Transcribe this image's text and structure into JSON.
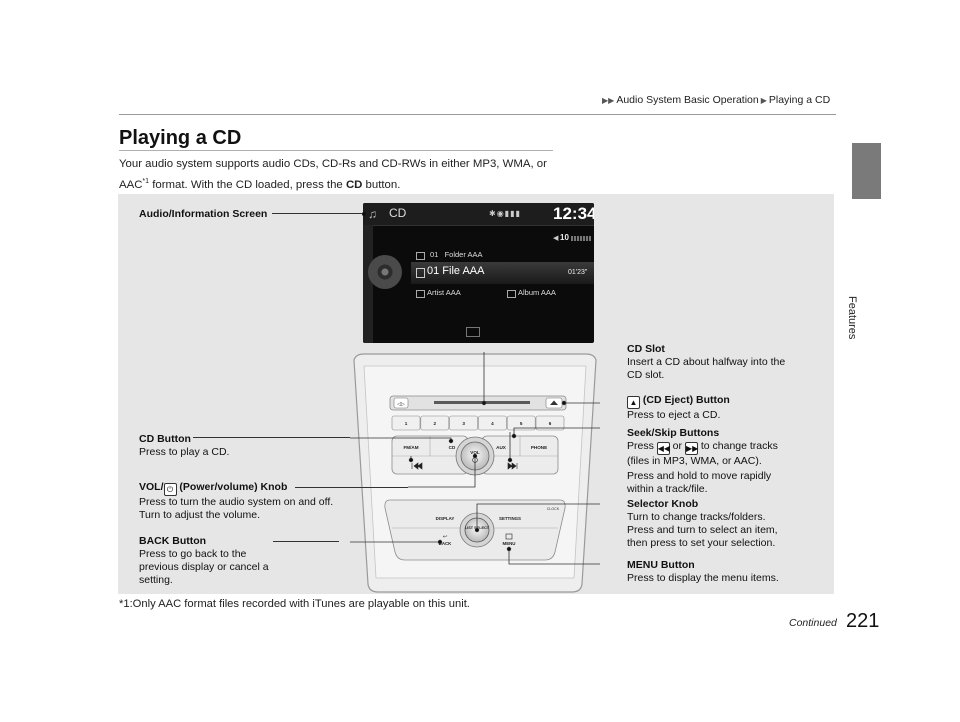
{
  "breadcrumb": {
    "part1": "Audio System Basic Operation",
    "part2": "Playing a CD"
  },
  "side_tab": {
    "label": "Features"
  },
  "page": {
    "title": "Playing a CD",
    "number": "221",
    "continued": "Continued"
  },
  "intro": {
    "part1": "Your audio system supports audio CDs, CD-Rs and CD-RWs in either MP3, WMA, or AAC",
    "sup": "*1",
    "part2": " format. With the CD loaded, press the ",
    "cd_word": "CD",
    "part3": " button."
  },
  "footnote": "*1:Only AAC format files recorded with iTunes are playable on this unit.",
  "screen": {
    "source": "CD",
    "clock": "12:34",
    "volume": "10",
    "folder": "01   Folder AAA",
    "file": "01 File AAA",
    "elapsed": "01'23\"",
    "artist": "Artist AAA",
    "album": "Album AAA"
  },
  "panel": {
    "presets": [
      "1",
      "2",
      "3",
      "4",
      "5",
      "6"
    ],
    "fmam": "FM/AM",
    "cd": "CD",
    "aux": "AUX",
    "phone": "PHONE",
    "vol": "VOL",
    "display": "DISPLAY",
    "settings": "SETTINGS",
    "list_select": "LIST SELECT",
    "back": "BACK",
    "menu": "MENU",
    "clock_label": "CLOCK"
  },
  "labels": {
    "audio_screen": "Audio/Information Screen",
    "cd_slot_title": "CD Slot",
    "cd_slot_l1": "Insert a CD about halfway into the",
    "cd_slot_l2": "CD slot.",
    "eject_title": "(CD Eject) Button",
    "eject_desc": "Press to eject a CD.",
    "cd_button_title": "CD Button",
    "cd_button_desc": "Press to play a CD.",
    "seek_title": "Seek/Skip Buttons",
    "seek_l1_a": "Press ",
    "seek_l1_or": " or ",
    "seek_l1_b": " to change tracks",
    "seek_l2": "(files in MP3, WMA, or AAC).",
    "seek_l3": "Press and hold to move rapidly",
    "seek_l4": "within a track/file.",
    "vol_title_a": "VOL/",
    "vol_title_b": " (Power/volume) Knob",
    "vol_l1": "Press to turn the audio system on and off.",
    "vol_l2": "Turn to adjust the volume.",
    "selector_title": "Selector Knob",
    "selector_l1": "Turn to change tracks/folders.",
    "selector_l2": "Press and turn to select an item,",
    "selector_l3": "then press to set your selection.",
    "back_title": "BACK Button",
    "back_l1": "Press to go back to the",
    "back_l2": "previous display or cancel a",
    "back_l3": "setting.",
    "menu_title": "MENU Button",
    "menu_desc": "Press to display the menu items."
  }
}
